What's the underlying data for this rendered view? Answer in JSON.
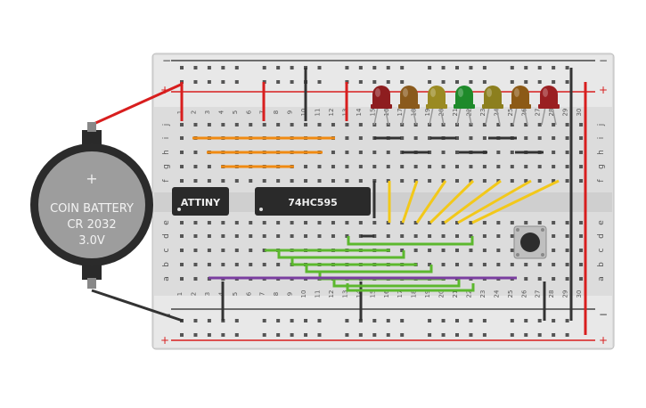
{
  "battery": {
    "lines": [
      "COIN BATTERY",
      "CR 2032",
      "3.0V"
    ],
    "plus_symbol": "+"
  },
  "breadboard": {
    "rail_symbols": {
      "minus": "−",
      "plus": "+"
    },
    "column_numbers": [
      "1",
      "2",
      "3",
      "4",
      "5",
      "6",
      "7",
      "8",
      "9",
      "10",
      "11",
      "12",
      "13",
      "14",
      "15",
      "16",
      "17",
      "18",
      "19",
      "20",
      "21",
      "22",
      "23",
      "24",
      "25",
      "26",
      "27",
      "28",
      "29",
      "30"
    ],
    "row_letters_top": [
      "j",
      "i",
      "h",
      "g",
      "f"
    ],
    "row_letters_bottom": [
      "e",
      "d",
      "c",
      "b",
      "a"
    ]
  },
  "chips": {
    "attiny": {
      "label": "ATTINY"
    },
    "shift_register": {
      "label": "74HC595"
    }
  },
  "leds": {
    "count": 7,
    "colors": [
      "#8e1d1f",
      "#8a5a1c",
      "#9a8a22",
      "#1e8a2a",
      "#8c7f1e",
      "#8c5a16",
      "#9a1f22"
    ]
  },
  "wire_colors": {
    "power": "#d81e1e",
    "ground": "#333333",
    "orange": "#f08a12",
    "yellow": "#f2c81a",
    "green": "#5cb82e",
    "purple": "#7a3ea0"
  },
  "push_button": {
    "name": "tactile switch"
  }
}
